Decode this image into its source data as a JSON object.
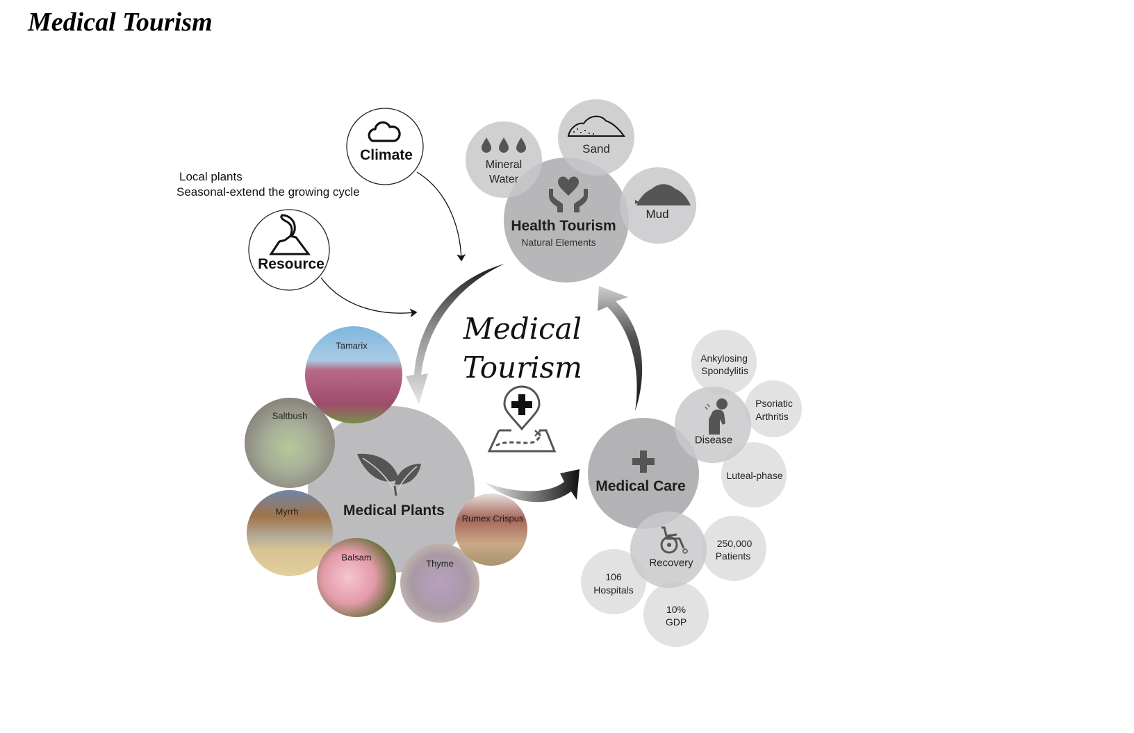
{
  "page_title": "Medical Tourism",
  "notes": {
    "line1": "Local plants",
    "line2": "Seasonal-extend  the growing cycle"
  },
  "inputs": {
    "climate": {
      "label": "Climate",
      "icon": "cloud-icon"
    },
    "resource": {
      "label": "Resource",
      "icon": "plant-on-hill-icon"
    }
  },
  "center": {
    "title_line1": "Medical",
    "title_line2": "Tourism",
    "icon": "map-pin-medical-cross-icon"
  },
  "health_tourism": {
    "title": "Health Tourism",
    "subtitle": "Natural Elements",
    "icon": "hands-heart-icon",
    "elements": [
      {
        "label_line1": "Mineral",
        "label_line2": "Water",
        "icon": "water-drops-icon"
      },
      {
        "label_line1": "Sand",
        "icon": "sand-pile-icon"
      },
      {
        "label_line1": "Mud",
        "icon": "mud-pile-icon"
      }
    ]
  },
  "medical_plants": {
    "title": "Medical Plants",
    "icon": "leaves-icon",
    "plants": [
      "Tamarix",
      "Saltbush",
      "Myrrh",
      "Balsam",
      "Thyme",
      "Rumex Crispus"
    ]
  },
  "medical_care": {
    "title": "Medical Care",
    "icon": "plus-icon",
    "disease": {
      "label": "Disease",
      "icon": "sick-person-icon",
      "conditions": [
        {
          "line1": "Ankylosing",
          "line2": "Spondylitis"
        },
        {
          "line1": "Psoriatic",
          "line2": "Arthritis"
        },
        {
          "line1": "Luteal-phase",
          "line2": ""
        }
      ]
    },
    "recovery": {
      "label": "Recovery",
      "icon": "wheelchair-icon",
      "stats": [
        {
          "line1": "250,000",
          "line2": "Patients"
        },
        {
          "line1": "106",
          "line2": "Hospitals"
        },
        {
          "line1": "10%",
          "line2": "GDP"
        }
      ]
    }
  },
  "colors": {
    "hub_gray": "#b9b9bb",
    "satellite_gray": "#d4d4d6",
    "light_gray": "#e3e3e4",
    "icon_dark": "#555555",
    "arrow_dark": "#1a1a1a"
  }
}
